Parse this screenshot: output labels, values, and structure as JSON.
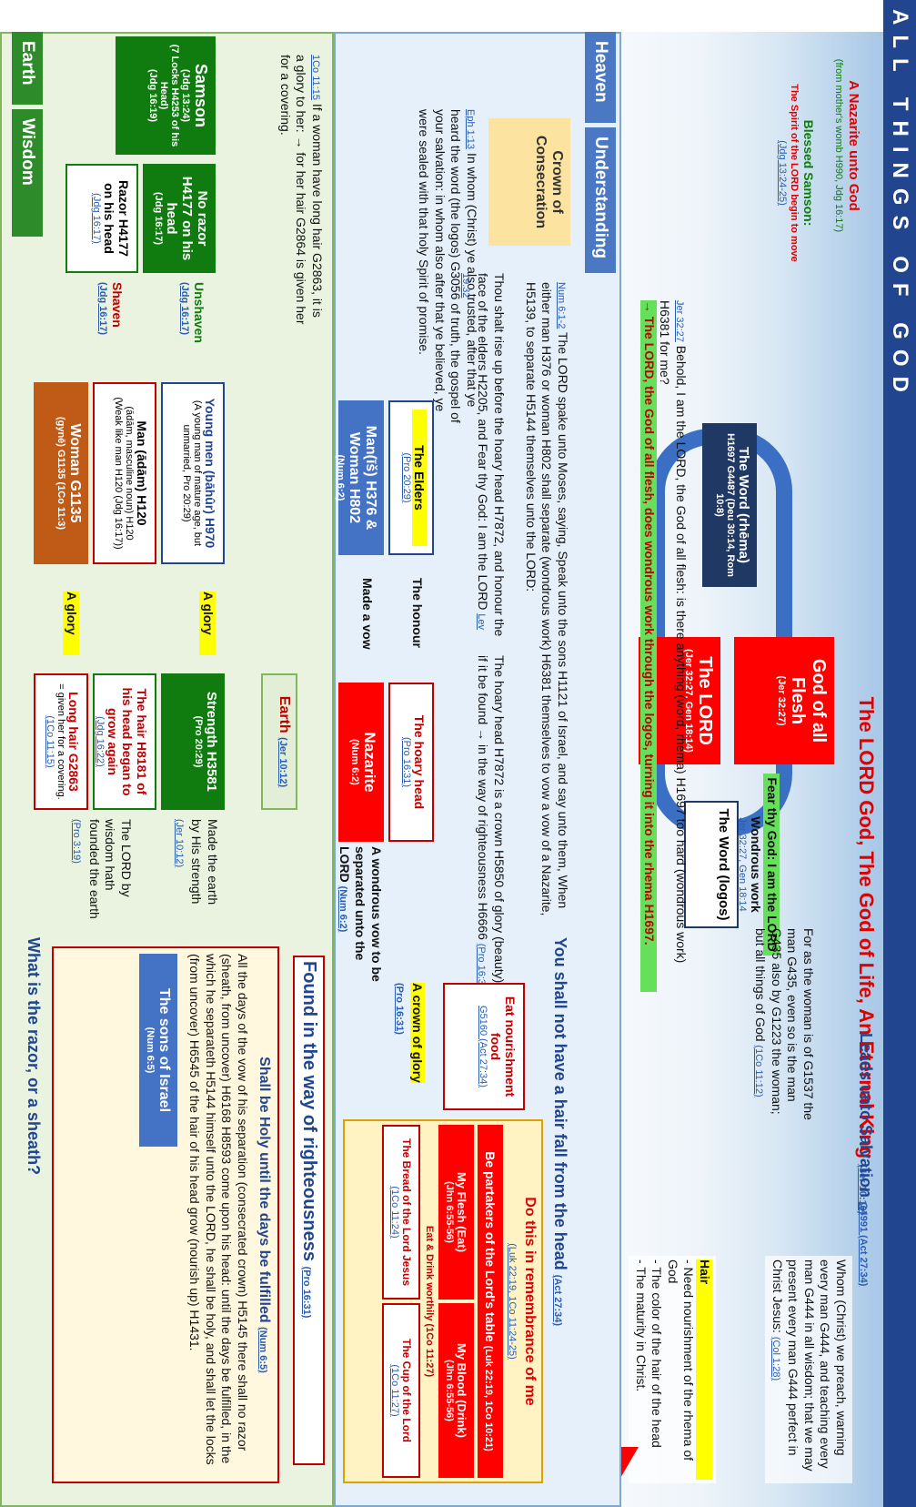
{
  "header": {
    "banner": "ALL THINGS OF GOD"
  },
  "sky": {
    "main_title": "The LORD God, The God of Life, An Eternal King",
    "main_title_ref": "(Jer 10:10)",
    "god_box": "God of all Flesh",
    "god_box_ref": "(Jer 32:27)",
    "lord_box": "The LORD",
    "lord_box_ref": "(Jer 32:27, Gen 18:14)",
    "word_rhema": "The Word (rhēma)",
    "word_rhema_ref": "H1697 G4487 (Deu 30:14, Rom 10:8)",
    "word_logos": "The Word (logos)",
    "fear_god": "Fear thy God: I am the LORD",
    "wondrous": "Wondrous work",
    "wondrous_ref": "Jer 32:27, Gen 18:14",
    "nazarite_unto_god": "A Nazarite unto God",
    "nazarite_ref": "(from mother's womb H990, Jdg 16:17)",
    "blessed_samson": "Blessed Samson:",
    "spirit_begin": "The Spirit of the LORD begin to move",
    "spirit_ref": "(Jdg 13:24-25)",
    "jer_verse_ref": "Jer 32:27",
    "jer_verse": "Behold, I am the LORD, the God of all flesh: is there anything (word, rhema) H1697 too hard (wondrous work) H6381 for me?",
    "jer_verse_2": "→ The LORD, the God of all flesh, does wondrous work through the logos, turning it into the rhema H1697.",
    "woman_man": "For as the woman is of G1537 the man G435, even so is the man G435 also by G1223 the woman; but all things of God",
    "woman_man_ref": "(1Co 11:12)",
    "leads_salvation": "Leads unto Salvation",
    "leads_ref": "G4991 (Act 27:34)",
    "whom_christ": "Whom (Christ) we preach, warning every man G444, and teaching every man G444 in all wisdom; that we may present every man G444 perfect in Christ Jesus:",
    "whom_ref": "(Col 1:28)",
    "hair_title": "Hair",
    "hair_items": [
      "- Need nourishment of the rhema of God",
      "- The color of the hair of the head",
      "- The maturity in Christ."
    ]
  },
  "understanding": {
    "heaven_label": "Heaven",
    "understanding_label": "Understanding",
    "crown": "Crown of Consecration",
    "eph_ref": "Eph 1:13",
    "eph_text": "In whom (Christ) ye also trusted, after that ye heard the word (the logos) G3056 of truth, the gospel of your salvation: in whom also after that ye believed, ye were sealed with that holy Spirit of promise.",
    "num_ref": "Num 6:1-2",
    "num_text": "The LORD spake unto Moses, saying, Speak unto the sons H1121 of Israel, and say unto them, When either man H376 or woman H802 shall separate (wondrous work) H6381 themselves to vow a vow of a Nazarite, H5139, to separate H5144 themselves unto the LORD:",
    "lev_text": "Thou shalt rise up before the hoary head H7872, and honour the face of the elders H2205, and Fear thy God: I am the LORD",
    "lev_ref": "Lev 19:32",
    "hoary_text": "The hoary head H7872 is a crown H5850 of glory (beauty) H8597, if it be found → in the way of righteousness H6666",
    "hoary_ref": "(Pro 16:31)",
    "elders": "The Elders",
    "elders_ref": "(Pro 20:29)",
    "man_woman": "Man(īš) H376 & Woman H802",
    "man_woman_ref": "(Num 6:2)",
    "honour": "The honour",
    "made_vow": "Made a vow",
    "hoary_head": "The hoary head",
    "hoary_head_ref": "(Pro 16:31)",
    "nazarite": "Nazarite",
    "nazarite_box_ref": "(Num 6:2)",
    "vow_text": "A wondrous vow to be separated unto the LORD",
    "vow_ref": "(Num 6:2)",
    "crown_glory": "A crown of glory",
    "crown_glory_ref": "(Pro 16:31)",
    "no_hair_fall": "You shall not have a hair fall from the head",
    "no_hair_ref": "(Act 27:34)",
    "eat_food": "Eat nourishment food",
    "eat_ref": "G5160 (Act 27:34)",
    "remembrance": "Do this in remembrance of me",
    "remembrance_ref": "(Luk 22:19, 1Co 11:24-25)",
    "partakers": "Be partakers of the Lord's table",
    "partakers_ref": "(Luk 22:19, 1Co 10:21)",
    "my_flesh": "My Flesh (Eat)",
    "my_blood": "My Blood (Drink)",
    "flesh_ref": "(Jhn 6:55-56)",
    "blood_ref": "(Jhn 6:55-56)",
    "eat_drink": "Eat & Drink worthily (1Co 11:27)",
    "bread": "The Bread of the Lord Jesus",
    "bread_ref": "(1Co 11:24)",
    "cup": "The Cup of the Lord",
    "cup_ref": "(1Co 11:27)"
  },
  "earth": {
    "earth_label": "Earth",
    "wisdom_label": "Wisdom",
    "samson": "Samson",
    "samson_ref": "(Jdg 13:24)",
    "locks": "(7 Locks H4253 of his Head)",
    "locks_ref": "(Jdg 16:19)",
    "no_razor": "No razor H4177 on his head",
    "no_razor_ref": "(Jdg 16:17)",
    "razor": "Razor H4177 on his head",
    "razor_ref": "(Jdg 16:17)",
    "unshaven": "Unshaven",
    "unshaven_ref": "(Jdg 16:17)",
    "shaven": "Shaven",
    "shaven_ref": "(Jdg 16:17)",
    "young_men": "Young men (bāhûr) H970",
    "young_men_desc": "(A young man of mature age, but unmarried, Pro 20:29)",
    "man_adam": "Man (ādām) H120",
    "man_adam_desc": "(ādām, masculine noun) H120 (Weak like man H120 (Jdg 16:17))",
    "woman": "Woman G1135",
    "woman_desc": "(gynē) G1135 (1Co 11:3)",
    "cor_ref": "1Co 11:15",
    "cor_text": "If a woman have long hair G2863, it is a glory to her: → for her hair G2864 is given her for a covering.",
    "a_glory_1": "A glory",
    "a_glory_2": "A glory",
    "strength": "Strength H3581",
    "strength_ref": "(Pro 20:29)",
    "hair_grow": "The hair H8181 of his head began to grow again",
    "hair_grow_ref": "(Jdg 16:22)",
    "long_hair": "Long hair G2863",
    "long_hair_desc": "= given her for a covering.",
    "long_hair_ref": "(1Co 11:15)",
    "earth_box": "Earth",
    "earth_box_ref": "(Jer 10:12)",
    "made_earth": "Made the earth by His strength",
    "made_earth_ref": "(Jer 10:12)",
    "lord_wisdom": "The LORD by wisdom hath founded the earth",
    "lord_wisdom_ref": "(Pro 3:19)",
    "razor_sheath": "What is the razor, or a sheath?",
    "found_way": "Found in the way of righteousness",
    "found_ref": "(Pro 16:31)",
    "holy_title": "Shall be Holy until the days be fulfilled",
    "holy_ref": "(Num 6:5)",
    "holy_text": "All the days of the vow of his separation (consecrated crown) H5145 there shall no razor (sheath, from uncover) H6168 H8593 come upon his head: until the days be fulfilled, in the which he separateth H5144 himself unto the LORD, he shall be holy, and shall let the locks (from uncover) H6545 of the hair of his head grow (nourish up) H1431.",
    "sons_israel": "The sons of Israel",
    "sons_ref": "(Num 6:5)"
  }
}
